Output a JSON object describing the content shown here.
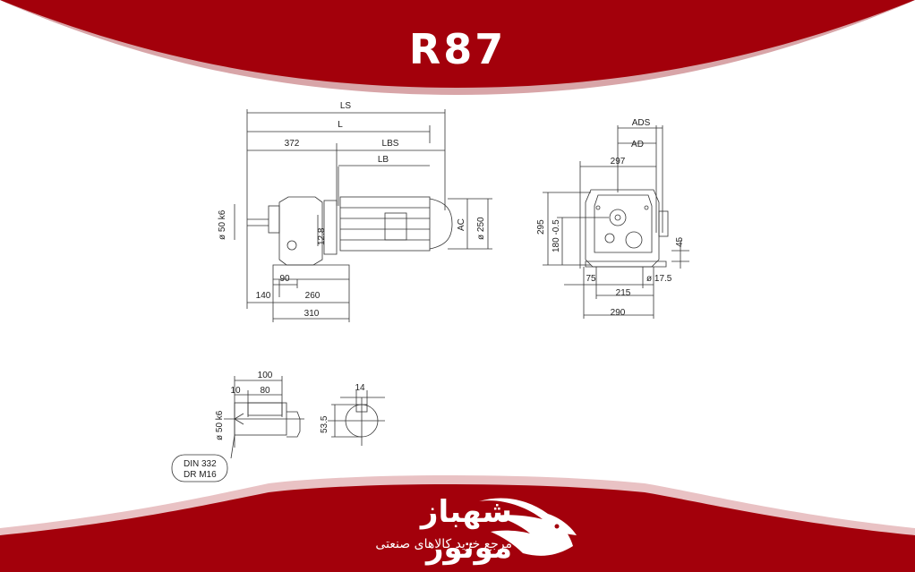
{
  "header": {
    "title": "R87",
    "color": "#a3000b"
  },
  "footer": {
    "brand_name": "شهباز موتور",
    "brand_tagline": "مرجع خرید کالاهای صنعتی",
    "color": "#a3000b",
    "logo_icon": "eagle-head-logo"
  },
  "drawing": {
    "side_view": {
      "dims_top": [
        "LS",
        "L",
        "372",
        "LBS",
        "LB"
      ],
      "shaft_diameter": "ø 50 k6",
      "center_offset": "12.8",
      "motor_height": "AC",
      "flange_diameter": "ø 250",
      "dims_bottom": [
        "140",
        "90",
        "260",
        "310"
      ]
    },
    "end_view": {
      "dims_top": [
        "ADS",
        "AD",
        "297"
      ],
      "heights": [
        "295",
        "180 -0.5"
      ],
      "foot_thickness": "45",
      "dims_bottom": [
        "75",
        "215",
        "290"
      ],
      "hole": "ø 17.5"
    },
    "shaft_detail": {
      "dims": [
        "100",
        "10",
        "80"
      ],
      "diameter": "ø 50 k6",
      "note_line1": "DIN 332",
      "note_line2": "DR M16"
    },
    "keyway_detail": {
      "width": "14",
      "height": "53.5"
    }
  }
}
